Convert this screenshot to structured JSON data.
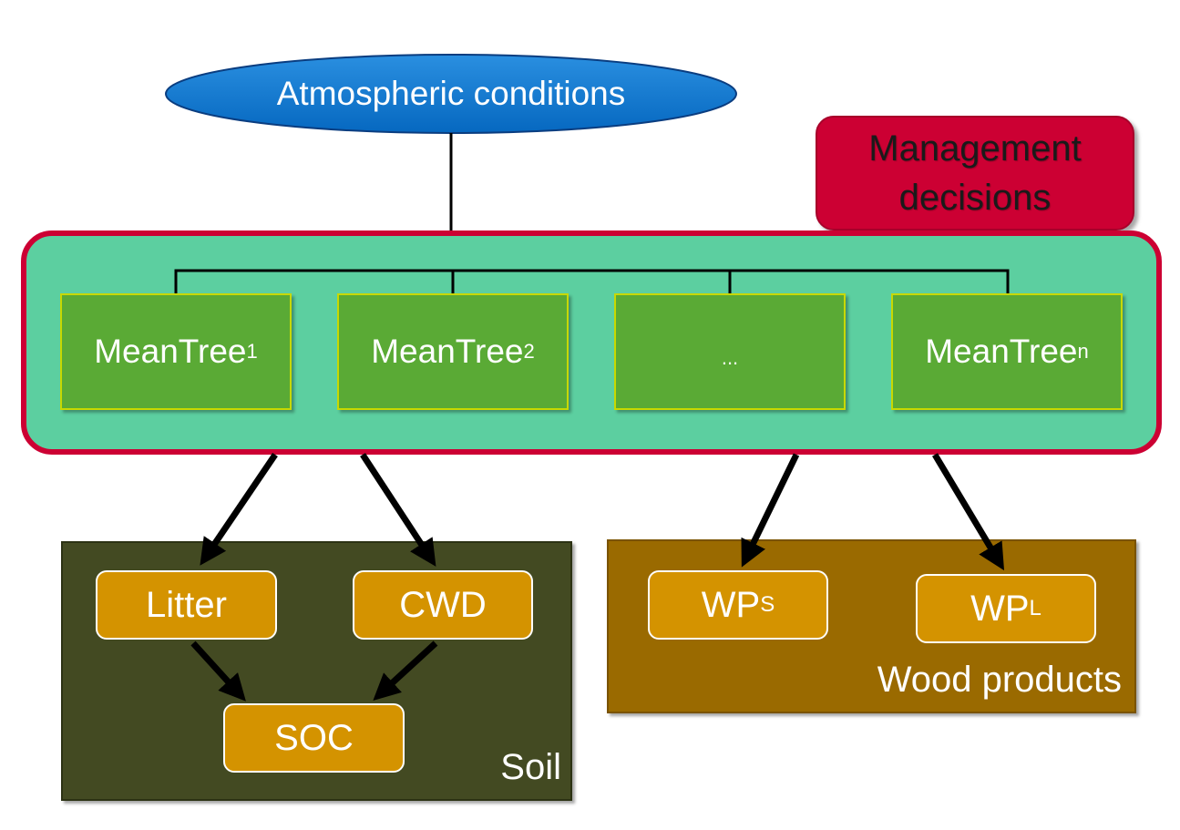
{
  "atmosphere": {
    "label": "Atmospheric conditions"
  },
  "management": {
    "line1": "Management",
    "line2": "decisions"
  },
  "trees": [
    {
      "base": "MeanTree",
      "sub": "1"
    },
    {
      "base": "MeanTree",
      "sub": "2"
    },
    {
      "base": "...",
      "sub": ""
    },
    {
      "base": "MeanTree",
      "sub": "n"
    }
  ],
  "soil": {
    "label": "Soil",
    "litter": "Litter",
    "cwd": "CWD",
    "soc": "SOC"
  },
  "wood_products": {
    "label": "Wood products",
    "short": {
      "base": "WP",
      "sub": "S"
    },
    "long": {
      "base": "WP",
      "sub": "L"
    }
  },
  "colors": {
    "atmosphere": "#0a78d2",
    "management": "#cc0033",
    "stand": "#5ccfa0",
    "tree": "#5aaa35",
    "soil": "#434a22",
    "wood": "#9a6a00",
    "pool": "#d49300"
  }
}
